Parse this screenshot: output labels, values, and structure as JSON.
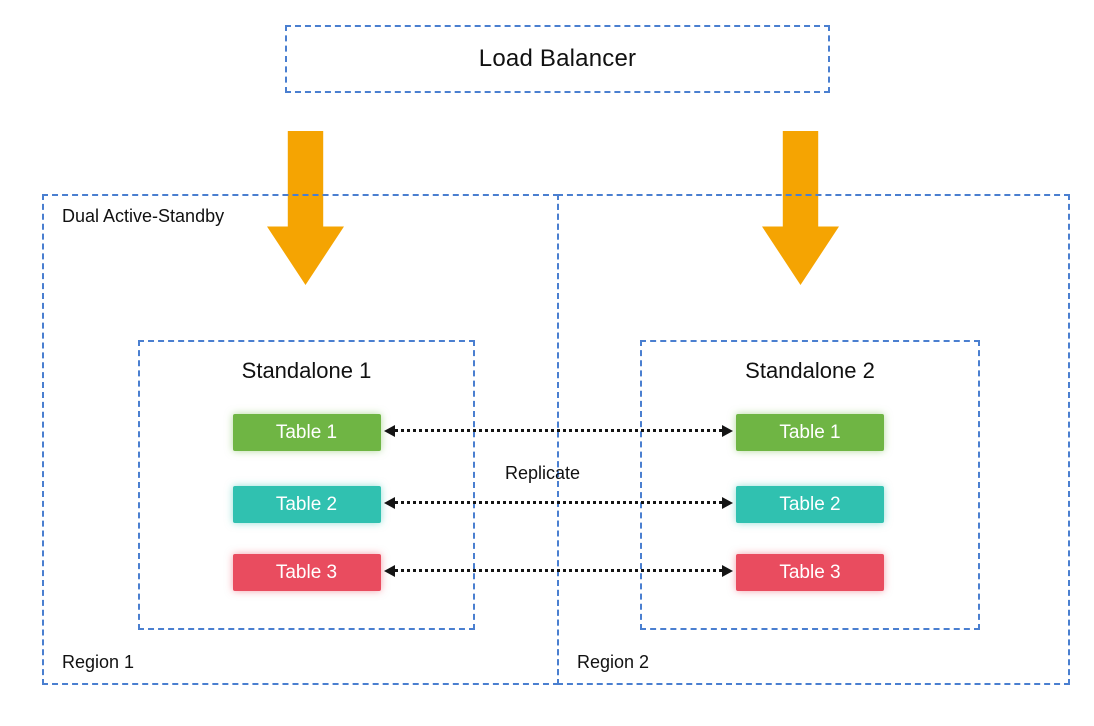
{
  "colors": {
    "border_blue": "#4a7fd0",
    "arrow_gold": "#f5a402",
    "arrow_black": "#141414",
    "table_green": "#6fb544",
    "table_teal": "#30c1b0",
    "table_red": "#e94c5f"
  },
  "load_balancer": {
    "label": "Load Balancer"
  },
  "group_label": "Dual Active-Standby",
  "replicate_label": "Replicate",
  "regions": [
    {
      "label": "Region 1",
      "standalone": {
        "title": "Standalone 1",
        "tables": [
          {
            "label": "Table 1",
            "color": "#6fb544"
          },
          {
            "label": "Table 2",
            "color": "#30c1b0"
          },
          {
            "label": "Table 3",
            "color": "#e94c5f"
          }
        ]
      }
    },
    {
      "label": "Region 2",
      "standalone": {
        "title": "Standalone 2",
        "tables": [
          {
            "label": "Table 1",
            "color": "#6fb544"
          },
          {
            "label": "Table 2",
            "color": "#30c1b0"
          },
          {
            "label": "Table 3",
            "color": "#e94c5f"
          }
        ]
      }
    }
  ]
}
